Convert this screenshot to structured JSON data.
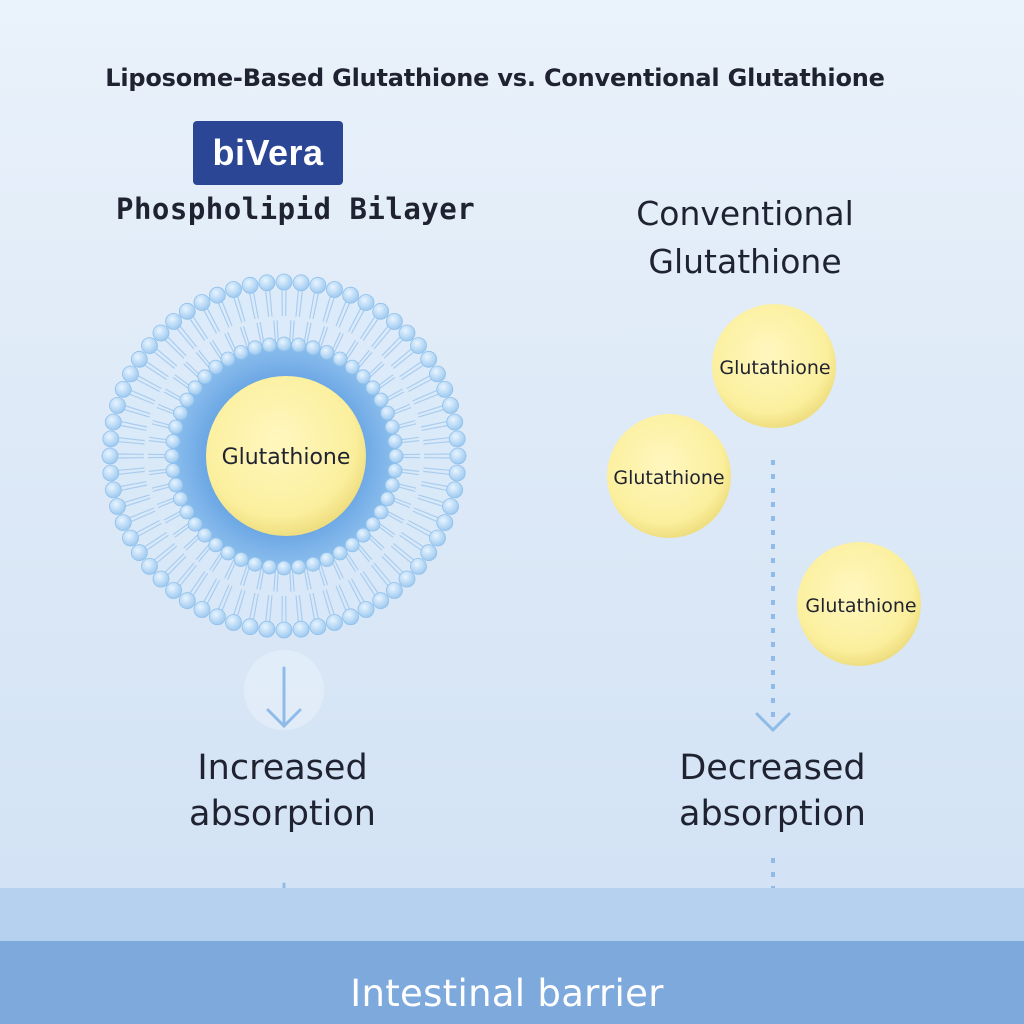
{
  "title": "Liposome-Based Glutathione vs. Conventional Glutathione",
  "brand": {
    "name": "biVera",
    "color": "#2b4694"
  },
  "liposome": {
    "label": "Phospholipid Bilayer",
    "core_label": "Glutathione",
    "outcome": [
      "Increased",
      "absorption"
    ]
  },
  "conventional": {
    "title": [
      "Conventional",
      "Glutathione"
    ],
    "molecule_label": "Glutathione",
    "molecule_count": 3,
    "outcome": [
      "Decreased",
      "absorption"
    ]
  },
  "barrier": {
    "label": "Intestinal barrier"
  },
  "colors": {
    "molecule_fill": "#fbf1a4",
    "bilayer_head": "#b8d9f4",
    "bilayer_core": "#7fb2e6",
    "arrow": "#8fbbe9",
    "barrier": "#7ea9dd"
  }
}
